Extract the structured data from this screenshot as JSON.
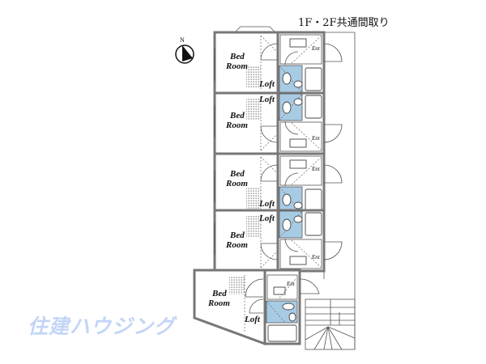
{
  "title": "1F・2F共通間取り",
  "compass": {
    "label": "N",
    "icon": "north-arrow-icon"
  },
  "labels": {
    "bed": "Bed",
    "room": "Room",
    "loft": "Loft",
    "ent": "Ent"
  },
  "watermark": "住建ハウジング",
  "colors": {
    "bathroom": "#a8cbe4",
    "watermark": "#c3d5f6",
    "wall": "#777777"
  }
}
